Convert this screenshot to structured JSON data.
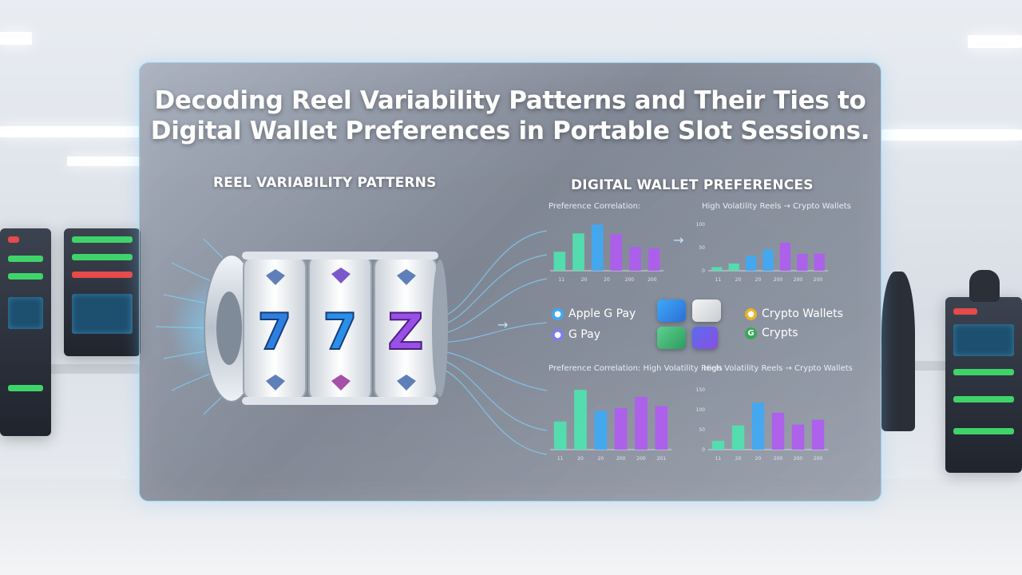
{
  "title": {
    "line1": "Decoding Reel Variability Patterns and Their Ties to",
    "line2": "Digital Wallet Preferences in Portable Slot Sessions."
  },
  "sections": {
    "reel": "REEL VARIABILITY PATTERNS",
    "wallet": "DIGITAL WALLET PREFERENCES"
  },
  "reel_symbols": [
    "7",
    "7",
    "Z"
  ],
  "wallets": {
    "apple_pay": "Apple G Pay",
    "gpay": "G Pay",
    "crypto_wallets": "Crypto Wallets",
    "crypts": "Crypts"
  },
  "colors": {
    "accent": "#7fd4ff",
    "bar_green": "#4fe3b0",
    "bar_blue": "#3fa9f5",
    "bar_purple": "#b05cf0"
  },
  "chart_data": [
    {
      "type": "bar",
      "title": "Preference Correlation:",
      "categories": [
        "11",
        "20",
        "20",
        "200",
        "200"
      ],
      "values": [
        28,
        55,
        68,
        54,
        35,
        33
      ],
      "ylim": [
        0,
        80
      ]
    },
    {
      "type": "bar",
      "title": "High Volatility Reels → Crypto Wallets",
      "categories": [
        "11",
        "20",
        "20",
        "200",
        "200",
        "200"
      ],
      "yticks": [
        "0",
        "50",
        "100"
      ],
      "values": [
        8,
        16,
        33,
        47,
        62,
        37,
        38
      ],
      "ylim": [
        0,
        120
      ]
    },
    {
      "type": "bar",
      "title": "Preference Correlation: High Volatility Reels",
      "categories": [
        "11",
        "20",
        "20",
        "200",
        "200",
        "201"
      ],
      "values": [
        40,
        85,
        55,
        59,
        75,
        62
      ],
      "ylim": [
        0,
        100
      ]
    },
    {
      "type": "bar",
      "title": "High Volatility Reels → Crypto Wallets",
      "categories": [
        "11",
        "20",
        "20",
        "200",
        "200",
        "200"
      ],
      "yticks": [
        "0",
        "50",
        "100",
        "150"
      ],
      "values": [
        20,
        55,
        107,
        84,
        57,
        68
      ],
      "ylim": [
        0,
        160
      ]
    }
  ]
}
